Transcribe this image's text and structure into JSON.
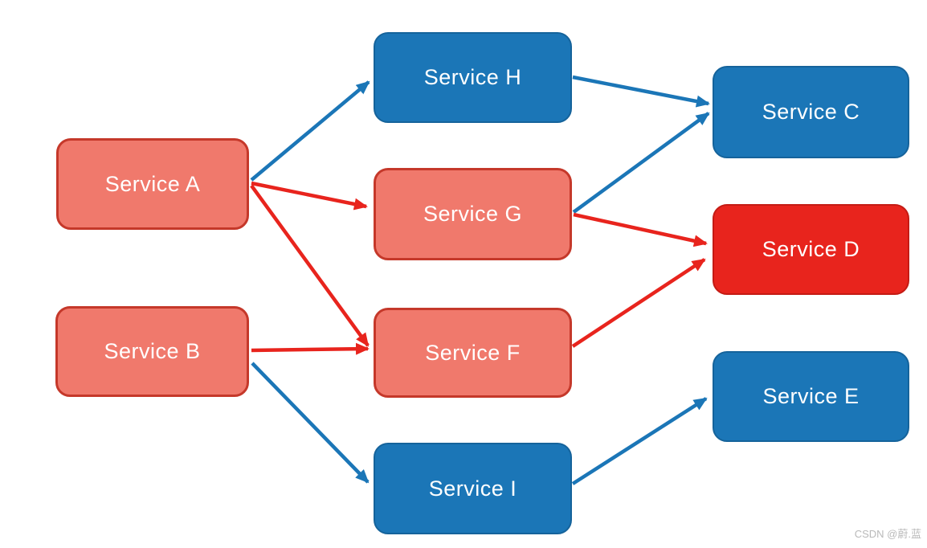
{
  "diagram": {
    "title": "service dependency diagram",
    "colors": {
      "salmon_fill": "#f0796c",
      "salmon_border": "#c5382a",
      "blue_fill": "#1b76b7",
      "blue_border": "#15639b",
      "red_fill": "#e8241d",
      "red_border": "#c41b14",
      "arrow_blue": "#1b76b7",
      "arrow_red": "#e8241d",
      "text": "#ffffff"
    },
    "nodes": [
      {
        "id": "A",
        "label": "Service A",
        "style": "salmon"
      },
      {
        "id": "B",
        "label": "Service B",
        "style": "salmon"
      },
      {
        "id": "H",
        "label": "Service H",
        "style": "blue"
      },
      {
        "id": "G",
        "label": "Service G",
        "style": "salmon"
      },
      {
        "id": "F",
        "label": "Service F",
        "style": "salmon"
      },
      {
        "id": "I",
        "label": "Service I",
        "style": "blue"
      },
      {
        "id": "C",
        "label": "Service C",
        "style": "blue"
      },
      {
        "id": "D",
        "label": "Service D",
        "style": "red"
      },
      {
        "id": "E",
        "label": "Service E",
        "style": "blue"
      }
    ],
    "edges": [
      {
        "from": "A",
        "to": "H",
        "color": "blue"
      },
      {
        "from": "A",
        "to": "G",
        "color": "red"
      },
      {
        "from": "A",
        "to": "F",
        "color": "red"
      },
      {
        "from": "B",
        "to": "F",
        "color": "red"
      },
      {
        "from": "B",
        "to": "I",
        "color": "blue"
      },
      {
        "from": "H",
        "to": "C",
        "color": "blue"
      },
      {
        "from": "G",
        "to": "C",
        "color": "blue"
      },
      {
        "from": "G",
        "to": "D",
        "color": "red"
      },
      {
        "from": "F",
        "to": "D",
        "color": "red"
      },
      {
        "from": "I",
        "to": "E",
        "color": "blue"
      }
    ]
  },
  "watermark": "CSDN @蔚.蓝"
}
